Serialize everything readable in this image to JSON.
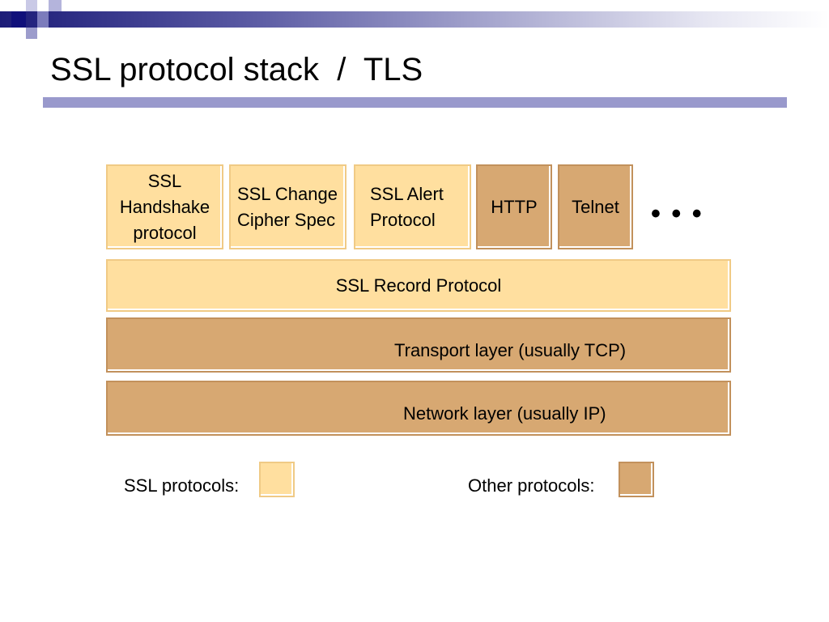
{
  "slide": {
    "title": "SSL protocol stack  /  TLS"
  },
  "diagram": {
    "top_row": [
      {
        "label": "SSL\nHandshake\nprotocol",
        "group": "ssl"
      },
      {
        "label": "SSL Change\nCipher Spec",
        "group": "ssl"
      },
      {
        "label": "SSL Alert\nProtocol",
        "group": "ssl"
      },
      {
        "label": "HTTP",
        "group": "other"
      },
      {
        "label": "Telnet",
        "group": "other"
      }
    ],
    "ellipsis": "• • •",
    "record_layer": "SSL Record Protocol",
    "transport_layer": "Transport layer (usually TCP)",
    "network_layer": "Network layer (usually IP)"
  },
  "legend": {
    "ssl_label": "SSL protocols:",
    "other_label": "Other protocols:"
  },
  "colors": {
    "ssl_fill": "#ffdf9f",
    "other_fill": "#d7a872",
    "title_rule": "#9999cc",
    "header_dark": "#10107a"
  }
}
